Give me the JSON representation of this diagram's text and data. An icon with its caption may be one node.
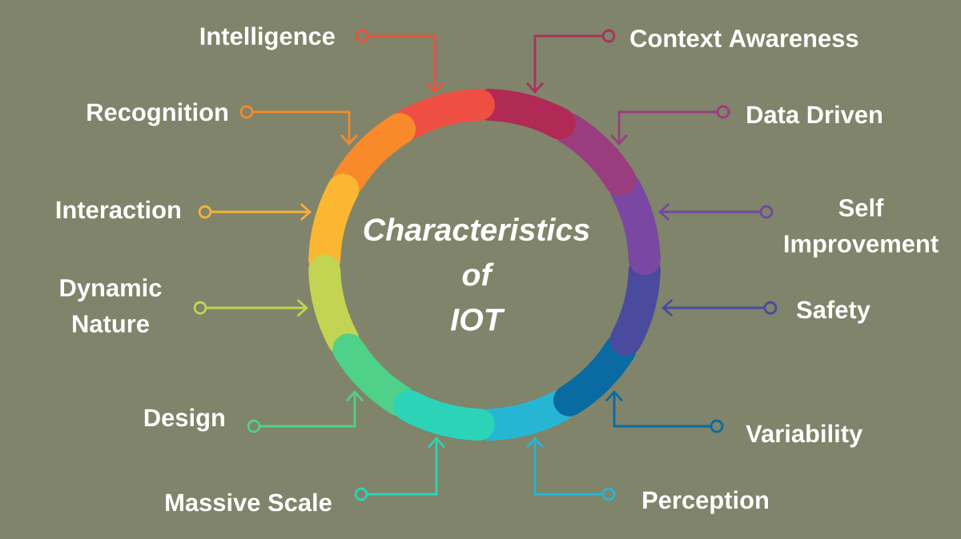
{
  "diagram": {
    "nodes": [
      {
        "text": [
          "Characteristics of IOT"
        ]
      },
      {
        "text": [
          "Intelligence"
        ]
      },
      {
        "text": [
          "Context Awareness"
        ]
      },
      {
        "text": [
          "Recognition"
        ]
      },
      {
        "text": [
          "Data Driven"
        ]
      },
      {
        "text": [
          "Interaction"
        ]
      },
      {
        "text": [
          "Self Improvement"
        ]
      },
      {
        "text": [
          "Dynamic Nature"
        ]
      },
      {
        "text": [
          "Safety"
        ]
      },
      {
        "text": [
          "Design"
        ]
      },
      {
        "text": [
          "Variability"
        ]
      },
      {
        "text": [
          "Massive Scale"
        ]
      },
      {
        "text": [
          "Perception"
        ]
      }
    ],
    "edges": [
      {
        "from": 1,
        "to": null,
        "arrow": "to",
        "color": "#e8533f"
      },
      {
        "from": 2,
        "to": null,
        "arrow": "to",
        "color": "#a8325a"
      },
      {
        "from": 3,
        "to": null,
        "arrow": "to",
        "color": "#f08a30"
      },
      {
        "from": 4,
        "to": null,
        "arrow": "to",
        "color": "#9a3d80"
      },
      {
        "from": 5,
        "to": null,
        "arrow": "to",
        "color": "#f6b13a"
      },
      {
        "from": 6,
        "to": null,
        "arrow": "to",
        "color": "#7448a0"
      },
      {
        "from": 7,
        "to": null,
        "arrow": "to",
        "color": "#c2d456"
      },
      {
        "from": 8,
        "to": null,
        "arrow": "to",
        "color": "#4a4aa0"
      },
      {
        "from": 9,
        "to": null,
        "arrow": "to",
        "color": "#4fd18a"
      },
      {
        "from": 10,
        "to": null,
        "arrow": "to",
        "color": "#0a6aa2"
      },
      {
        "from": 11,
        "to": null,
        "arrow": "to",
        "color": "#2bd4b8"
      },
      {
        "from": 12,
        "to": null,
        "arrow": "to",
        "color": "#26b6d4"
      }
    ]
  }
}
